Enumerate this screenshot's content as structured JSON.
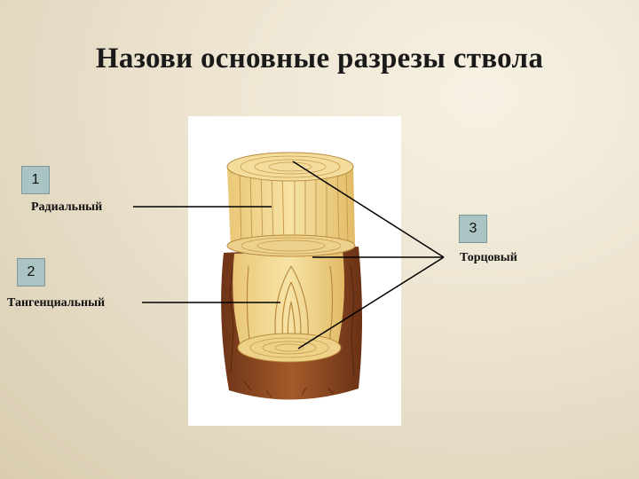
{
  "slide": {
    "title": "Назови основные разрезы ствола"
  },
  "labels": [
    {
      "number": "1",
      "name": "Радиальный"
    },
    {
      "number": "2",
      "name": "Тангенциальный"
    },
    {
      "number": "3",
      "name": "Торцовый"
    }
  ],
  "colors": {
    "box_fill": "#a9c4c2",
    "wood_light": "#f2d98f",
    "bark": "#8a4a24"
  }
}
